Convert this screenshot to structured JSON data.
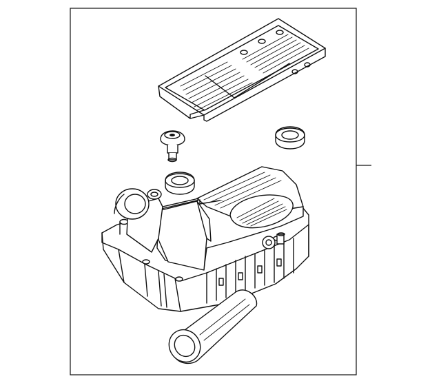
{
  "diagram": {
    "type": "exploded-parts-view",
    "colors": {
      "line": "#111111",
      "background": "#ffffff"
    },
    "parts": [
      {
        "name": "filter-element"
      },
      {
        "name": "grommet-valve"
      },
      {
        "name": "grommet-round"
      },
      {
        "name": "grommet-housing"
      },
      {
        "name": "air-cleaner-housing"
      },
      {
        "name": "intake-tube"
      }
    ]
  }
}
